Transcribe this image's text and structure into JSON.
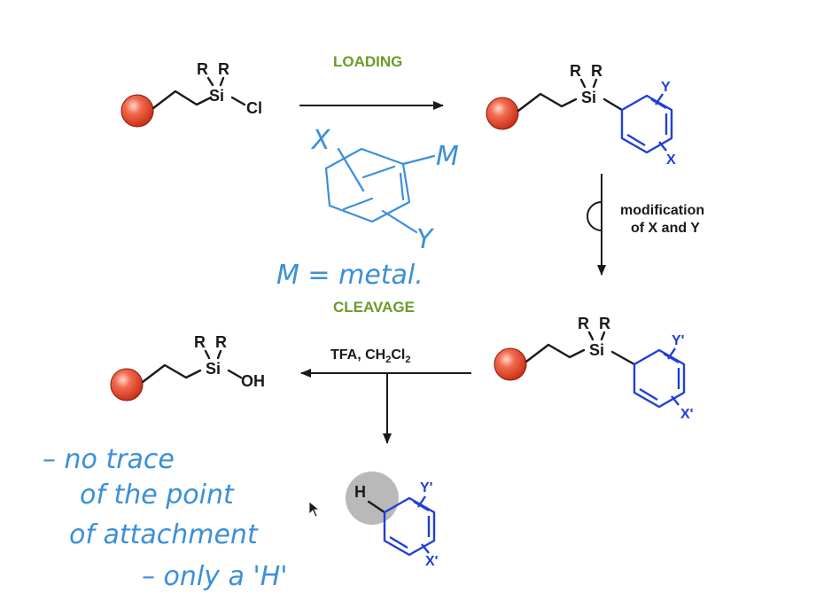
{
  "steps": {
    "loading": "LOADING",
    "cleavage": "CLEAVAGE",
    "modification_line1": "modification",
    "modification_line2": "of X and Y",
    "reagents_prefix": "TFA, CH",
    "reagents_sub1": "2",
    "reagents_mid": "Cl",
    "reagents_sub2": "2"
  },
  "atoms": {
    "R": "R",
    "Si": "Si",
    "Cl": "Cl",
    "OH": "OH",
    "H": "H",
    "X": "X",
    "Y": "Y",
    "X_prime": "X'",
    "Y_prime": "Y'"
  },
  "handwriting": {
    "reagent_X": "X",
    "reagent_M": "M",
    "reagent_Y": "Y",
    "metal_note": "M = metal.",
    "note_line1": "– no trace",
    "note_line2": "of the point",
    "note_line3": "of attachment",
    "note_line4": "– only a 'H'"
  },
  "colors": {
    "resin_bead": "#e8452c",
    "aryl_ring": "#1f3fd6",
    "step_label": "#6b9a2a",
    "handwriting": "#3b8fd9",
    "highlight": "#b9b9b9"
  }
}
